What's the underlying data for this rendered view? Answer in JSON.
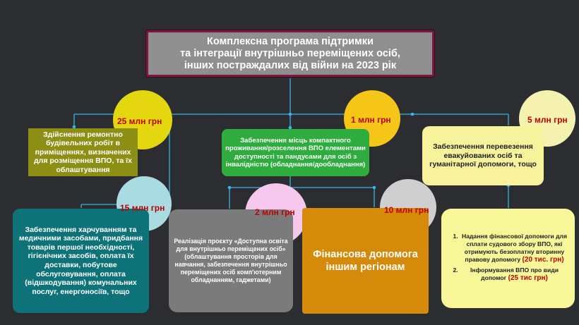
{
  "title": {
    "line1": "Комплексна програма підтримки",
    "line2": "та інтеграції внутрішньо переміщених осіб,",
    "line3": "інших постраждалих від війни на 2023 рік"
  },
  "blocks": {
    "repair": {
      "amount": "25 млн грн",
      "text": "Здійснення ремонтно будівельних робіт в приміщеннях, визначених для розміщення ВПО, та їх облаштування"
    },
    "accessibility": {
      "amount": "1 млн грн",
      "text": "Забезпечення місць компактного проживання/розселення ВПО елементами доступності та пандусами для осіб з інвалідністю (обладнання/дообладнання)"
    },
    "transport": {
      "amount": "5 млн грн",
      "text": "Забезпечення перевезення евакуйованих осіб та гуманітарної допомоги, тощо"
    },
    "food": {
      "amount": "15 млн грн",
      "text": "Забезпечення харчуванням та медичними засобами, придбання товарів першої необхідності, гігієнічних засобів, оплата їх доставки, побутове обслуговування, оплата (відшкодування) комунальних послуг, енергоносіїв, тощо"
    },
    "education": {
      "amount": "2 млн грн",
      "text": "Реалізація проєкту «Доступна освіта для внутрішньо переміщених осіб» (облаштування просторів для навчання, забезпечення внутрішньо переміщених осіб комп'ютерним обладнанням, гаджетами)"
    },
    "financial": {
      "amount": "10 млн грн",
      "text": "Фінансова допомога іншим регіонам"
    },
    "aid": {
      "item1_text": "Надання фінансової допомоги для сплати судового збору ВПО, які отримують безоплатну вторинну правову допомогу",
      "item1_amount": "(20 тис. грн)",
      "item2_text": "Інформування ВПО про види допомог",
      "item2_amount": "(25 тис грн)"
    }
  },
  "colors": {
    "background": "#2b2d31",
    "connector": "#3ab4e6",
    "amount_text": "#c00000",
    "title_border": "#7a1a40"
  }
}
